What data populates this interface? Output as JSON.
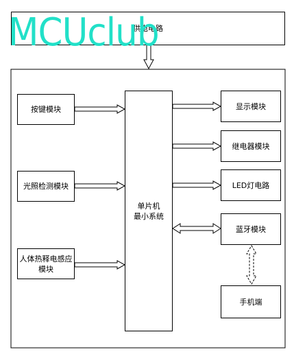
{
  "power_block": {
    "label": "供电电路"
  },
  "watermark": {
    "text": "MCUclub",
    "color": "#22e0c8"
  },
  "mcu_block": {
    "label": "单片机\n最小系统"
  },
  "inputs": [
    {
      "id": "key",
      "label": "按键模块"
    },
    {
      "id": "light",
      "label": "光照检测模块"
    },
    {
      "id": "pir",
      "label": "人体热释电感应\n模块"
    }
  ],
  "outputs": [
    {
      "id": "display",
      "label": "显示模块"
    },
    {
      "id": "relay",
      "label": "继电器模块"
    },
    {
      "id": "led",
      "label": "LED灯电路"
    },
    {
      "id": "bluetooth",
      "label": "蓝牙模块"
    }
  ],
  "phone_block": {
    "label": "手机端"
  }
}
